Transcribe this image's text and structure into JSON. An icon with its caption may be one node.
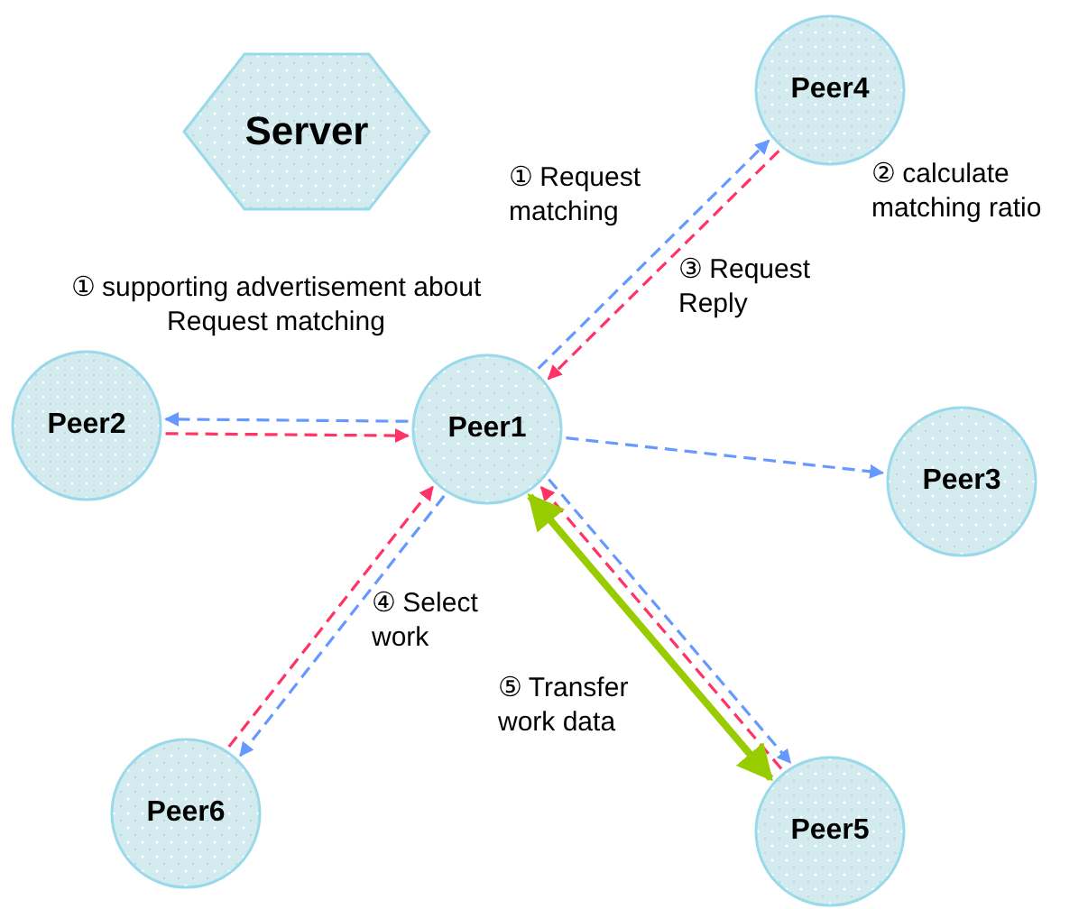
{
  "diagram": {
    "nodes": [
      {
        "text": [
          "Server"
        ]
      },
      {
        "text": [
          "Peer4"
        ],
        "beside": [
          "② calculate matching ratio"
        ]
      },
      {
        "text": [
          "Peer2"
        ]
      },
      {
        "text": [
          "Peer1"
        ]
      },
      {
        "text": [
          "Peer3"
        ]
      },
      {
        "text": [
          "Peer6"
        ]
      },
      {
        "text": [
          "Peer5"
        ]
      }
    ],
    "edges": [
      {
        "from": 3,
        "to": 1,
        "arrow": "to",
        "style": "dashed",
        "label": "① Request matching"
      },
      {
        "from": 1,
        "to": 3,
        "arrow": "to",
        "style": "dashed",
        "color": "#ff3366",
        "label": "③ Request Reply"
      },
      {
        "from": 3,
        "to": 2,
        "arrow": "to",
        "style": "dashed"
      },
      {
        "from": 2,
        "to": 3,
        "arrow": "to",
        "style": "dashed",
        "color": "#ff3366"
      },
      {
        "from": 3,
        "to": 4,
        "arrow": "to",
        "style": "dashed"
      },
      {
        "from": 5,
        "to": 3,
        "arrow": "to",
        "style": "dashed",
        "color": "#ff3366"
      },
      {
        "from": 3,
        "to": 5,
        "arrow": "to",
        "style": "dashed",
        "label": "④ Select work"
      },
      {
        "from": 6,
        "to": 3,
        "arrow": "to",
        "style": "dashed",
        "color": "#ff3366"
      },
      {
        "from": 3,
        "to": 6,
        "arrow": "to",
        "style": "dashed"
      },
      {
        "from": 3,
        "to": 6,
        "arrow": "both",
        "style": "thick",
        "color": "#99cc00",
        "label": "⑤ Transfer work data"
      }
    ],
    "labels": [
      "① supporting advertisement about Request matching"
    ]
  }
}
